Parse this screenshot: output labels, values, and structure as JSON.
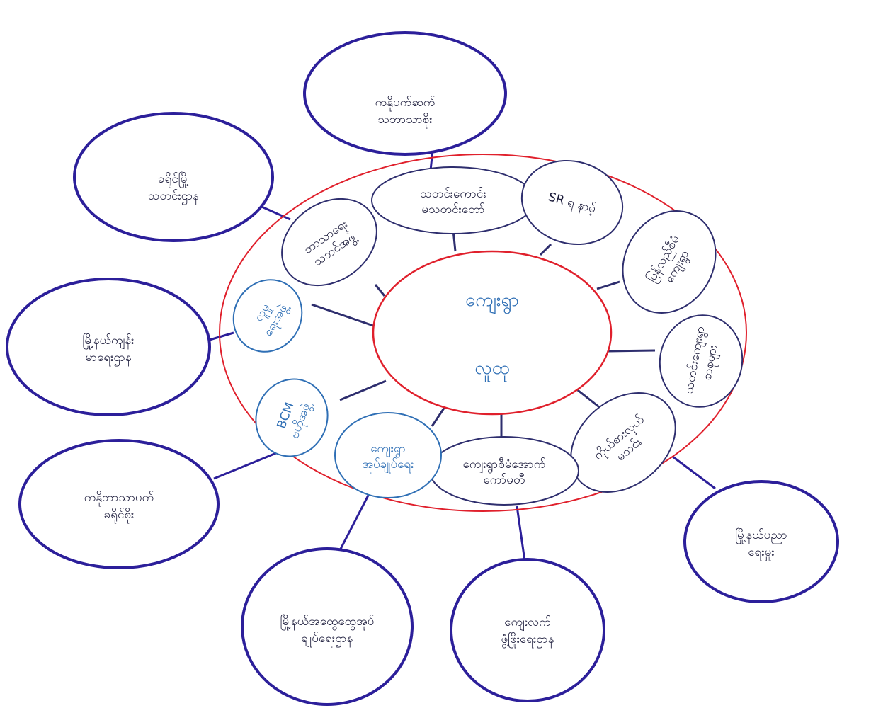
{
  "center": {
    "line1": "ကျေးရွာ",
    "line2": "လူထု"
  },
  "inner_circles": [
    {
      "id": "i1",
      "line1": "သတင်းကောင်း",
      "line2": "မသတင်းတော်"
    },
    {
      "id": "i2",
      "line1": "SR ရ နာမ့်",
      "line2": ""
    },
    {
      "id": "i3",
      "line1": "ပြန်လည်စီမံ",
      "line2": "ကျေးရွာ"
    },
    {
      "id": "i4",
      "line1": "သတင်းကျေးရွာ",
      "line2": "စာစုများ"
    },
    {
      "id": "i5",
      "line1": "ကိုယ်စားလှယ်",
      "line2": "မသင်း"
    },
    {
      "id": "i6",
      "line1": "ကျေးရွာစီမံအောက်",
      "line2": "ကော်မတီ"
    },
    {
      "id": "i7",
      "line1": "ကျေးရွာ",
      "line2": "အုပ်ချုပ်ရေး"
    },
    {
      "id": "i8",
      "line1": "BCM",
      "line2": "ဗဟိုအဖွဲ့"
    },
    {
      "id": "i9",
      "line1": "လူမှု",
      "line2": "ရေးအဖွဲ့"
    },
    {
      "id": "i10",
      "line1": "ဘာသာရေး",
      "line2": "သဘင်အဖွဲ့"
    }
  ],
  "outer_circles": [
    {
      "id": "o1",
      "line1": "ကနိုပက်ဆက်",
      "line2": "သဘာသာစိုး"
    },
    {
      "id": "o2",
      "line1": "ခရိုင်မြို့",
      "line2": "သတင်းဌာန"
    },
    {
      "id": "o3",
      "line1": "မြို့နယ်ကျန်း",
      "line2": "မာရေးဌာန"
    },
    {
      "id": "o4",
      "line1": "ကနိုဘာသာပက်",
      "line2": "ခရိုင်စိုး"
    },
    {
      "id": "o5",
      "line1": "မြို့နယ်အထွေထွေအုပ်",
      "line2": "ချုပ်ရေးဌာန"
    },
    {
      "id": "o6",
      "line1": "ကျေးလက်",
      "line2": "ဖွံ့ဖြိုးရေးဌာန"
    },
    {
      "id": "o7",
      "line1": "မြို့နယ်ပညာ",
      "line2": "ရေးမှူး"
    }
  ],
  "colors": {
    "outer_stroke": "#2c1f9a",
    "inner_stroke": "#2e2e6e",
    "ring_stroke": "#e0202c",
    "blue_ink": "#2f6fb5",
    "text": "#1a1a3a"
  }
}
